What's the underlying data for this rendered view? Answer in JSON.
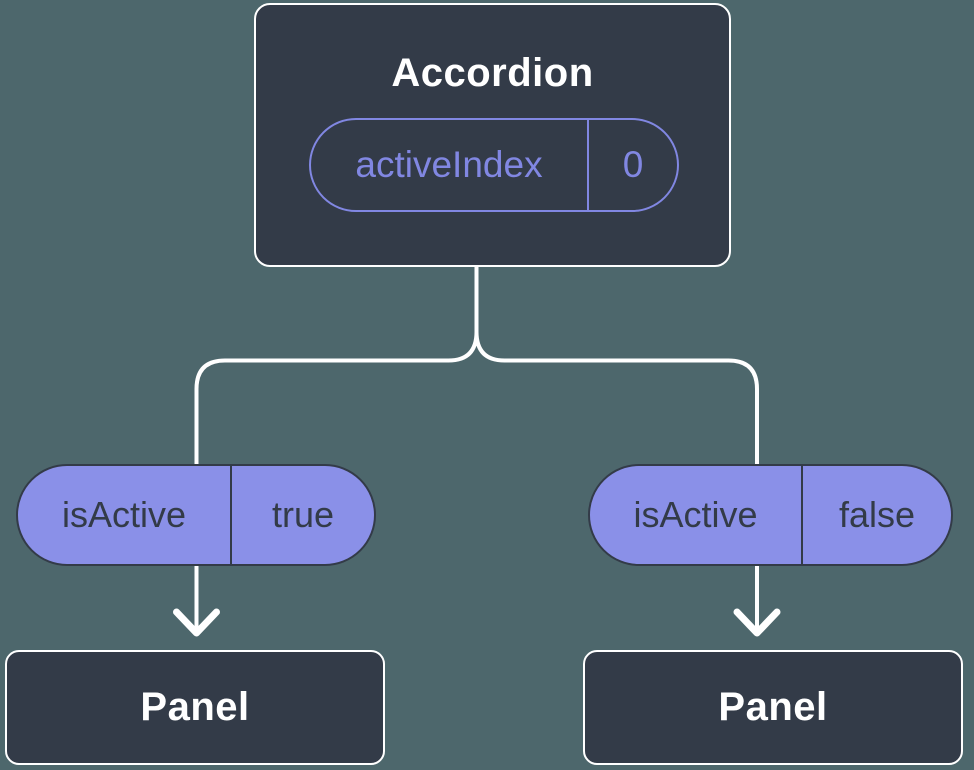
{
  "diagram": {
    "root": {
      "title": "Accordion",
      "state": {
        "label": "activeIndex",
        "value": "0"
      }
    },
    "props": [
      {
        "label": "isActive",
        "value": "true"
      },
      {
        "label": "isActive",
        "value": "false"
      }
    ],
    "children": [
      {
        "label": "Panel"
      },
      {
        "label": "Panel"
      }
    ]
  },
  "colors": {
    "bg": "#4d676c",
    "node": "#333b48",
    "node-border": "#ffffff",
    "accent": "#8187e2",
    "pill": "#8a90e8",
    "line": "#ffffff"
  }
}
